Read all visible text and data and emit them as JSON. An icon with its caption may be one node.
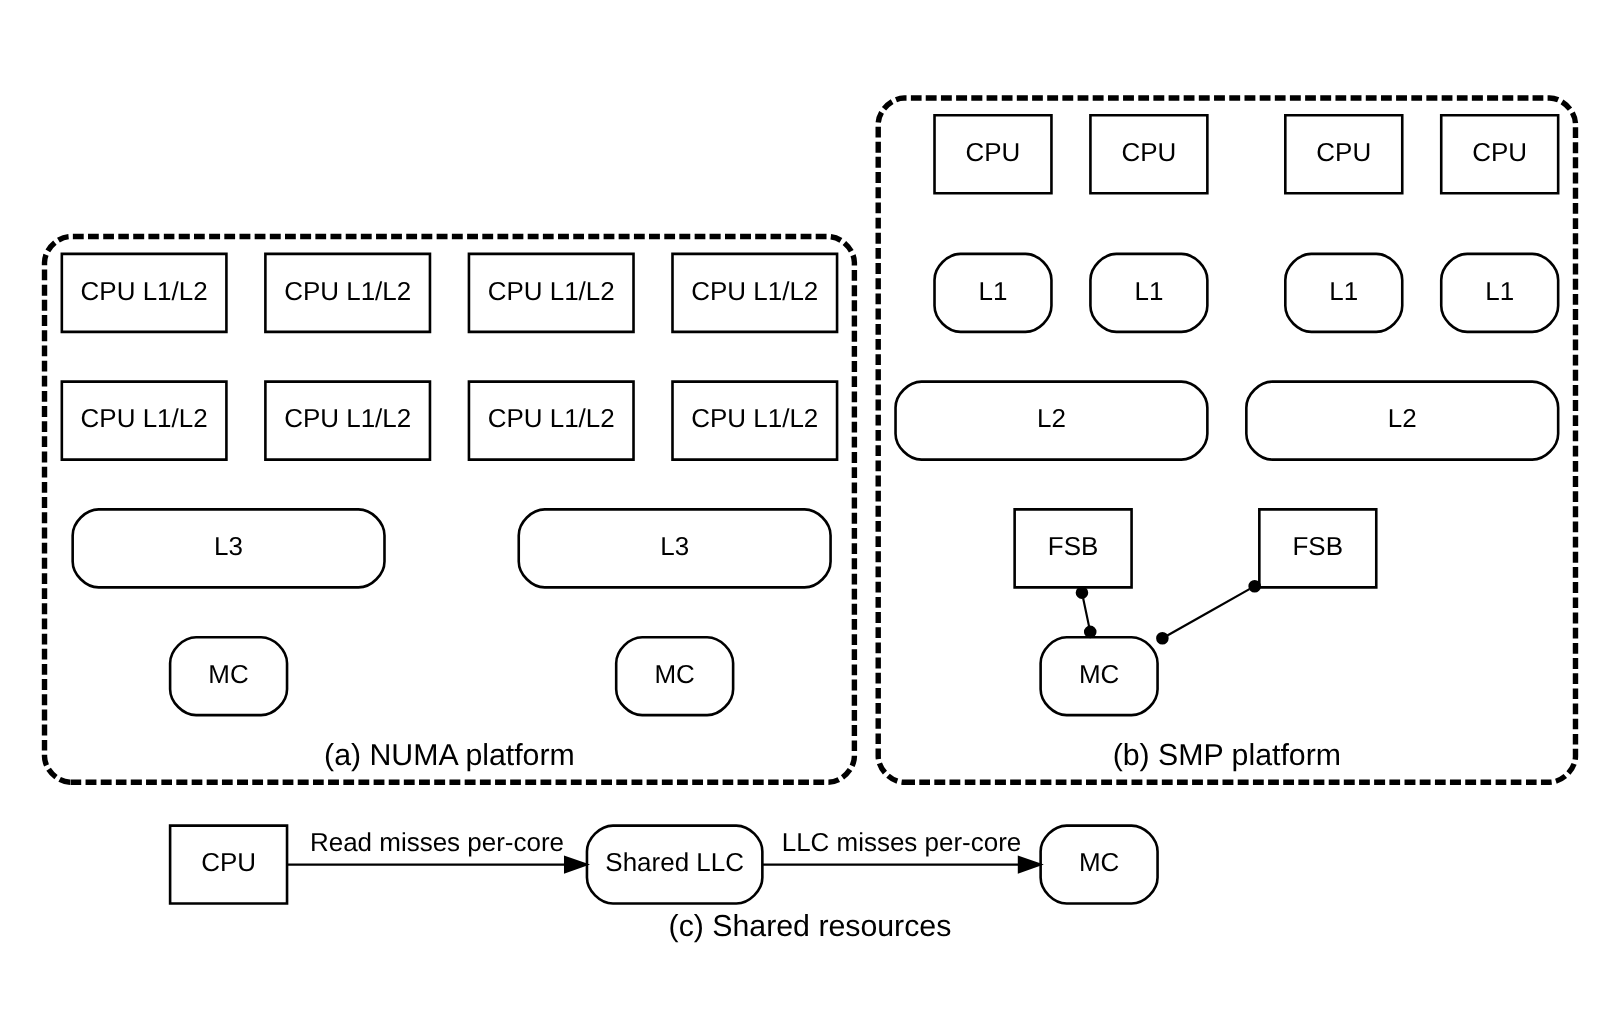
{
  "diagram": {
    "caption": "(c) Shared resources",
    "nodes": [
      {
        "text": [
          "(a) NUMA platform"
        ]
      },
      {
        "text": [
          "CPU L1/L2"
        ],
        "in": 0
      },
      {
        "text": [
          "CPU L1/L2"
        ],
        "in": 0
      },
      {
        "text": [
          "CPU L1/L2"
        ],
        "in": 0
      },
      {
        "text": [
          "CPU L1/L2"
        ],
        "in": 0
      },
      {
        "text": [
          "CPU L1/L2"
        ],
        "in": 0
      },
      {
        "text": [
          "CPU L1/L2"
        ],
        "in": 0
      },
      {
        "text": [
          "CPU L1/L2"
        ],
        "in": 0
      },
      {
        "text": [
          "CPU L1/L2"
        ],
        "in": 0
      },
      {
        "text": [
          "L3"
        ],
        "in": 0
      },
      {
        "text": [
          "L3"
        ],
        "in": 0
      },
      {
        "text": [
          "MC"
        ],
        "in": 0
      },
      {
        "text": [
          "MC"
        ],
        "in": 0
      },
      {
        "text": [
          "(b) SMP platform"
        ]
      },
      {
        "text": [
          "CPU"
        ],
        "in": 13
      },
      {
        "text": [
          "CPU"
        ],
        "in": 13
      },
      {
        "text": [
          "CPU"
        ],
        "in": 13
      },
      {
        "text": [
          "CPU"
        ],
        "in": 13
      },
      {
        "text": [
          "L1"
        ],
        "in": 13
      },
      {
        "text": [
          "L1"
        ],
        "in": 13
      },
      {
        "text": [
          "L1"
        ],
        "in": 13
      },
      {
        "text": [
          "L1"
        ],
        "in": 13
      },
      {
        "text": [
          "L2"
        ],
        "in": 13
      },
      {
        "text": [
          "L2"
        ],
        "in": 13
      },
      {
        "text": [
          "FSB"
        ],
        "in": 13
      },
      {
        "text": [
          "FSB"
        ],
        "in": 13
      },
      {
        "text": [
          "MC"
        ],
        "in": 13
      },
      {
        "text": [
          "CPU"
        ]
      },
      {
        "text": [
          "Shared LLC"
        ]
      },
      {
        "text": [
          "MC"
        ]
      }
    ],
    "edges": [
      {
        "from": 24,
        "to": 26,
        "arrow": "other"
      },
      {
        "from": 25,
        "to": 26,
        "arrow": "other"
      },
      {
        "from": 27,
        "to": 28,
        "arrow": "to",
        "label": "Read misses per-core"
      },
      {
        "from": 28,
        "to": 29,
        "arrow": "to",
        "label": "LLC misses per-core"
      }
    ]
  }
}
